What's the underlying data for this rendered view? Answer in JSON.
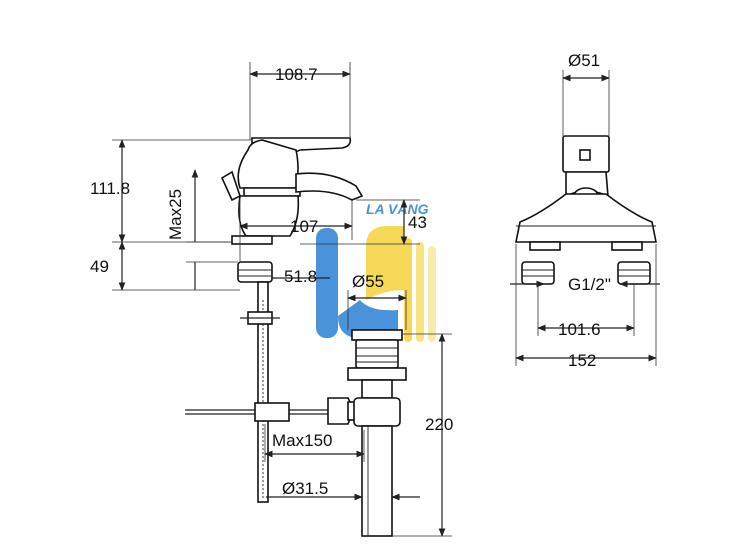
{
  "watermark": {
    "text": "LA VÀNG",
    "colors": {
      "blue": "#2b7fd3",
      "yellow": "#f4d23a"
    }
  },
  "dimensions": {
    "top_width": "108.7",
    "total_height": "111.8",
    "max_lever": "Max25",
    "reach": "107",
    "spout_height": "43",
    "deck_height": "49",
    "base_depth": "51.8",
    "hole_diameter": "Ø55",
    "drain_length": "220",
    "max_rod": "Max150",
    "pipe_diameter": "Ø31.5",
    "body_diameter": "Ø51",
    "thread": "G1/2\"",
    "hole_spacing": "101.6",
    "base_width": "152"
  }
}
